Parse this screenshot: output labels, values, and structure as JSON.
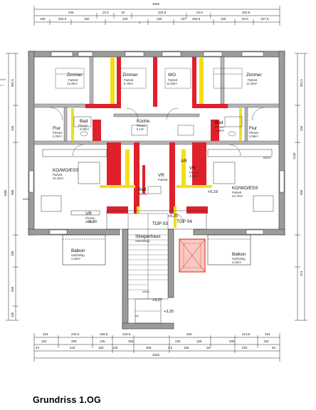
{
  "caption": "Grundriss 1.OG",
  "dims": {
    "top_total": "1826",
    "top_row1": [
      "436",
      "22.5",
      "18",
      "333.5",
      "22.5",
      "262.5"
    ],
    "top_row2": [
      "160",
      "264.5",
      "150",
      "100",
      "150",
      "197",
      "264.5",
      "160",
      "82.5",
      "157.5"
    ],
    "bottom_row1": [
      "154",
      "234.5",
      "158.5",
      "223.5",
      "490",
      "213.5",
      "154"
    ],
    "bottom_row2": [
      "150",
      "309",
      "135",
      "356",
      "220",
      "165",
      "306",
      "150"
    ],
    "bottom_row3": [
      "40",
      "424",
      "150",
      "135",
      "358",
      "2.5",
      "185",
      "25",
      "292",
      "40"
    ],
    "bottom_total": "1826",
    "left_row": [
      "301.5",
      "246",
      "588",
      "150",
      "269",
      "150"
    ],
    "left_total": "1665",
    "right_row": [
      "301.5",
      "256",
      "1246",
      "558",
      "374"
    ]
  },
  "rooms": {
    "zimmer1": {
      "name": "Zimmer",
      "floor": "Parkett",
      "area": "11.00m²"
    },
    "zimmer2": {
      "name": "Zimmer",
      "floor": "Parkett",
      "area": "9.70m²"
    },
    "wo": {
      "name": "WO",
      "floor": "Parkett",
      "area": "11.00m²"
    },
    "zimmer3": {
      "name": "Zimmer",
      "floor": "Parkett",
      "area": "13.10m²"
    },
    "bad1": {
      "name": "Bad",
      "floor": "Fliesen",
      "area": "5.00m²"
    },
    "kueche": {
      "name": "Küche",
      "floor": "Fliesen",
      "area": "6.1m²"
    },
    "bad2": {
      "name": "Bad",
      "floor": "Fliesen",
      "area": "5.65m²"
    },
    "flur1": {
      "name": "Flur",
      "floor": "Fliesen",
      "area": "4.20m²"
    },
    "flur2": {
      "name": "Flur",
      "floor": "Fliesen",
      "area": "4.55m²"
    },
    "kowoess1": {
      "name": "KO/WO/ESS",
      "floor": "Parkett",
      "area": "22.15m²"
    },
    "kowoess2": {
      "name": "KO/WO/ESS",
      "floor": "Parkett",
      "area": "24.73m²"
    },
    "vr1": {
      "name": "VR",
      "floor": "Fliesen",
      "area": "4.51m²"
    },
    "vr2": {
      "name": "VR",
      "floor": "Parkett",
      "area": ""
    },
    "vr3": {
      "name": "VR",
      "floor": "Parkett",
      "area": "3.55m²"
    },
    "ar": {
      "name": "AR",
      "floor": "",
      "area": ""
    },
    "bad3": {
      "name": "Bad",
      "floor": "Fliesen",
      "area": ""
    },
    "balkon1": {
      "name": "Balkon",
      "floor": "Holzbelag",
      "area": "4.32m²"
    },
    "balkon2": {
      "name": "Balkon",
      "floor": "Holzbelag",
      "area": "4.22m²"
    },
    "stiegenhaus": {
      "name": "Stiegenhaus",
      "floor": "Steinbelag",
      "area": ""
    }
  },
  "labels": {
    "top03": "TOP 03",
    "top04": "TOP 04",
    "lvl_519": "+5,19",
    "lvl_520": "+5,20",
    "lvl_327": "+3,27",
    "lvl_325": "+3,25",
    "lvl_219": "+5,19",
    "door_80_200": "80\n200",
    "side_gmbh": "mbH",
    "side_e1": "e 1",
    "wall_a": "A",
    "wall_ab": "A5",
    "dl": "DL",
    "ii": "IIN01",
    "ng": "NGOI",
    "fph": "FPH",
    "wc": "WC",
    "kamin": "AN03"
  },
  "colors": {
    "wall_gray": "#9b9b9b",
    "wall_red": "#e0202a",
    "wall_yellow": "#f2df1a",
    "stair_red": "#e04038",
    "dim_line": "#222222"
  }
}
